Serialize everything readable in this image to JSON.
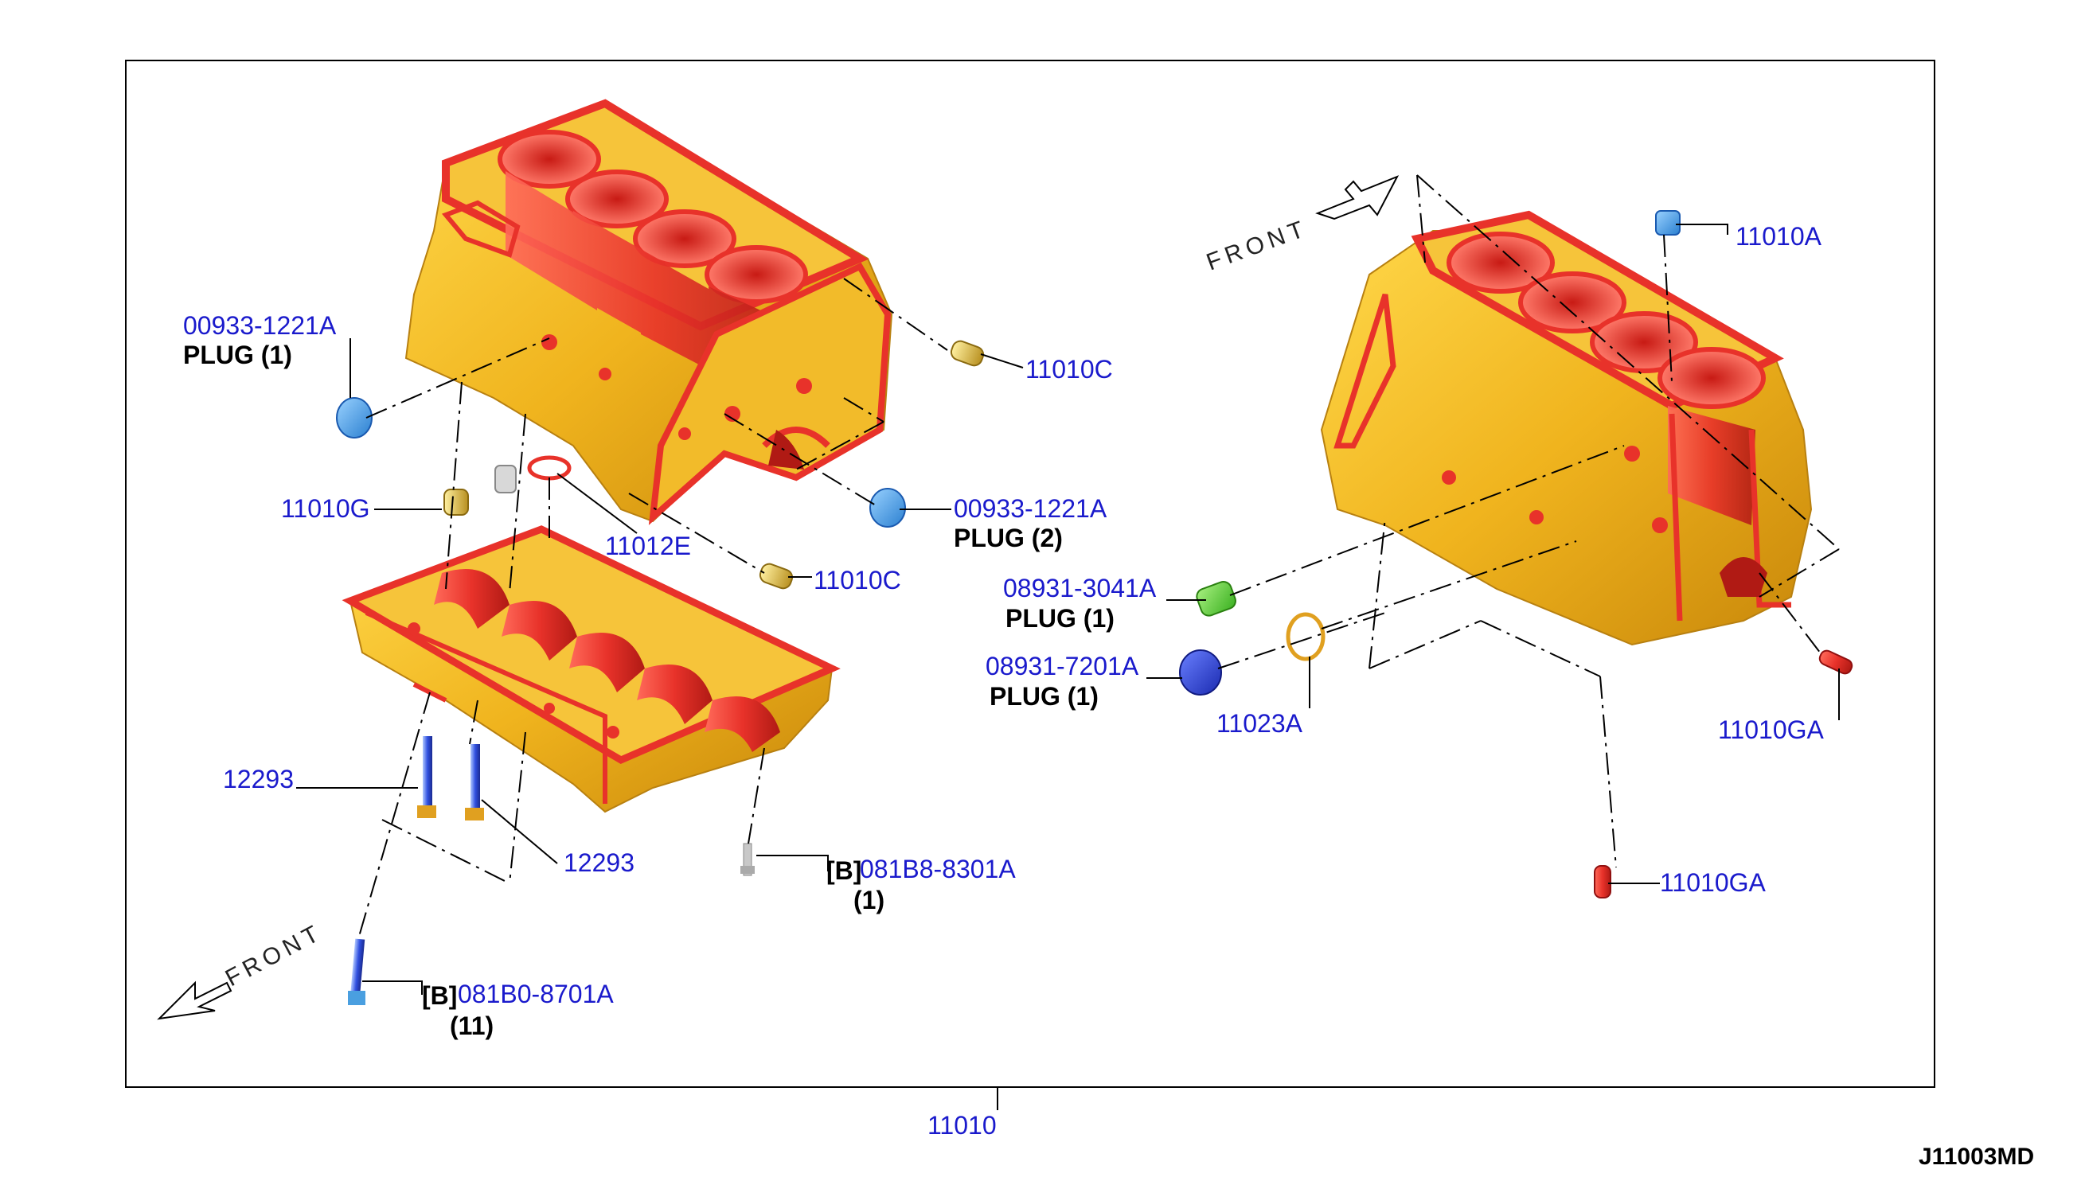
{
  "diagram_code": "J11003MD",
  "main_part": "11010",
  "front_label": "FRONT",
  "colors": {
    "part_number": "#1a1acc",
    "block_gold": "#f0b41e",
    "block_red": "#e8322a",
    "plug_blue": "#4a9fe0"
  },
  "callouts": {
    "plug_upper_left": {
      "number": "00933-1221A",
      "desc": "PLUG (1)"
    },
    "plug_right_front": {
      "number": "00933-1221A",
      "desc": "PLUG (2)"
    },
    "dowel_top": {
      "number": "11010C"
    },
    "dowel_bottom": {
      "number": "11010C"
    },
    "dowel_g": {
      "number": "11010G"
    },
    "oring_e": {
      "number": "11012E"
    },
    "bolt_left": {
      "number": "12293"
    },
    "bolt_right": {
      "number": "12293"
    },
    "bolt_b_small": {
      "prefix": "[B]",
      "number": "081B8-8301A",
      "qty": "(1)"
    },
    "bolt_b_long": {
      "prefix": "[B]",
      "number": "081B0-8701A",
      "qty": "(11)"
    },
    "plug_green": {
      "number": "08931-3041A",
      "desc": "PLUG (1)"
    },
    "plug_navy": {
      "number": "08931-7201A",
      "desc": "PLUG (1)"
    },
    "oring_a": {
      "number": "11023A"
    },
    "sleeve_a": {
      "number": "11010A"
    },
    "pin_ga_upper": {
      "number": "11010GA"
    },
    "pin_ga_lower": {
      "number": "11010GA"
    }
  }
}
